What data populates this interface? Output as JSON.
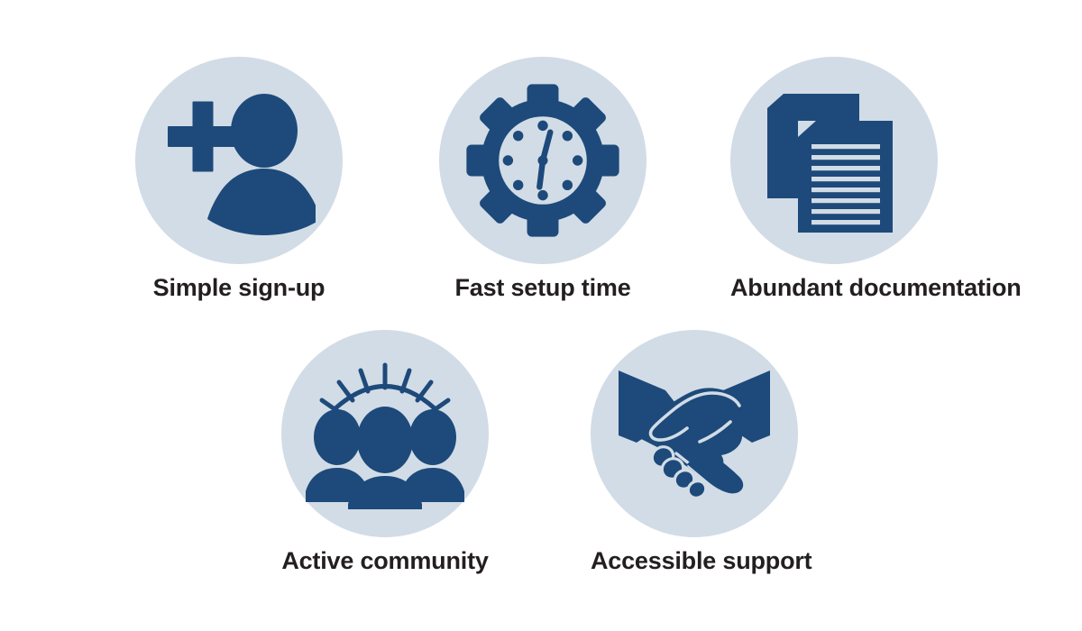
{
  "page": {
    "background_color": "#ffffff",
    "icon_circle_color": "#d2dce6",
    "icon_glyph_color": "#1d4a7a",
    "label_color": "#231f20"
  },
  "features": [
    {
      "id": "simple-signup",
      "label": "Simple sign-up",
      "icon_name": "add-user-icon"
    },
    {
      "id": "fast-setup",
      "label": "Fast setup time",
      "icon_name": "gear-clock-icon"
    },
    {
      "id": "abundant-docs",
      "label": "Abundant documentation",
      "icon_name": "documents-icon"
    },
    {
      "id": "active-community",
      "label": "Active community",
      "icon_name": "people-group-icon"
    },
    {
      "id": "accessible-support",
      "label": "Accessible support",
      "icon_name": "handshake-icon"
    }
  ]
}
